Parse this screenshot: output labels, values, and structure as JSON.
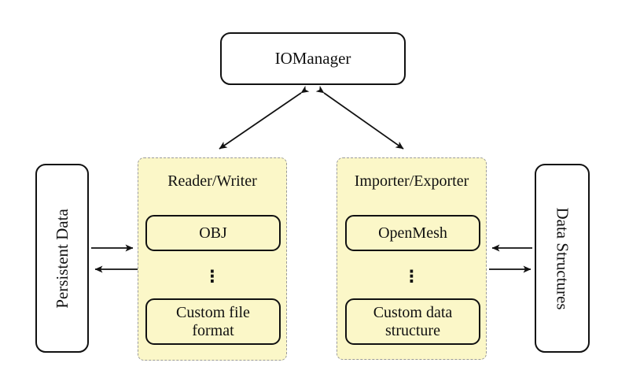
{
  "diagram": {
    "io_manager": {
      "label": "IOManager"
    },
    "persistent_data": {
      "label": "Persistent Data"
    },
    "data_structures": {
      "label": "Data Structures"
    },
    "reader_writer": {
      "title": "Reader/Writer",
      "items": [
        {
          "label": "OBJ"
        },
        {
          "label": "⋮"
        },
        {
          "label": "Custom file format"
        }
      ]
    },
    "importer_exporter": {
      "title": "Importer/Exporter",
      "items": [
        {
          "label": "OpenMesh"
        },
        {
          "label": "⋮"
        },
        {
          "label": "Custom data structure"
        }
      ]
    },
    "connections": [
      {
        "from": "IOManager",
        "to": "Reader/Writer",
        "direction": "both"
      },
      {
        "from": "IOManager",
        "to": "Importer/Exporter",
        "direction": "both"
      },
      {
        "from": "Persistent Data",
        "to": "Reader/Writer",
        "direction": "right"
      },
      {
        "from": "Reader/Writer",
        "to": "Persistent Data",
        "direction": "left"
      },
      {
        "from": "Data Structures",
        "to": "Importer/Exporter",
        "direction": "left"
      },
      {
        "from": "Importer/Exporter",
        "to": "Data Structures",
        "direction": "right"
      }
    ],
    "colors": {
      "group_fill": "#fbf7c8",
      "group_border": "#9a9a9a",
      "box_border": "#111111",
      "background": "#ffffff"
    }
  }
}
